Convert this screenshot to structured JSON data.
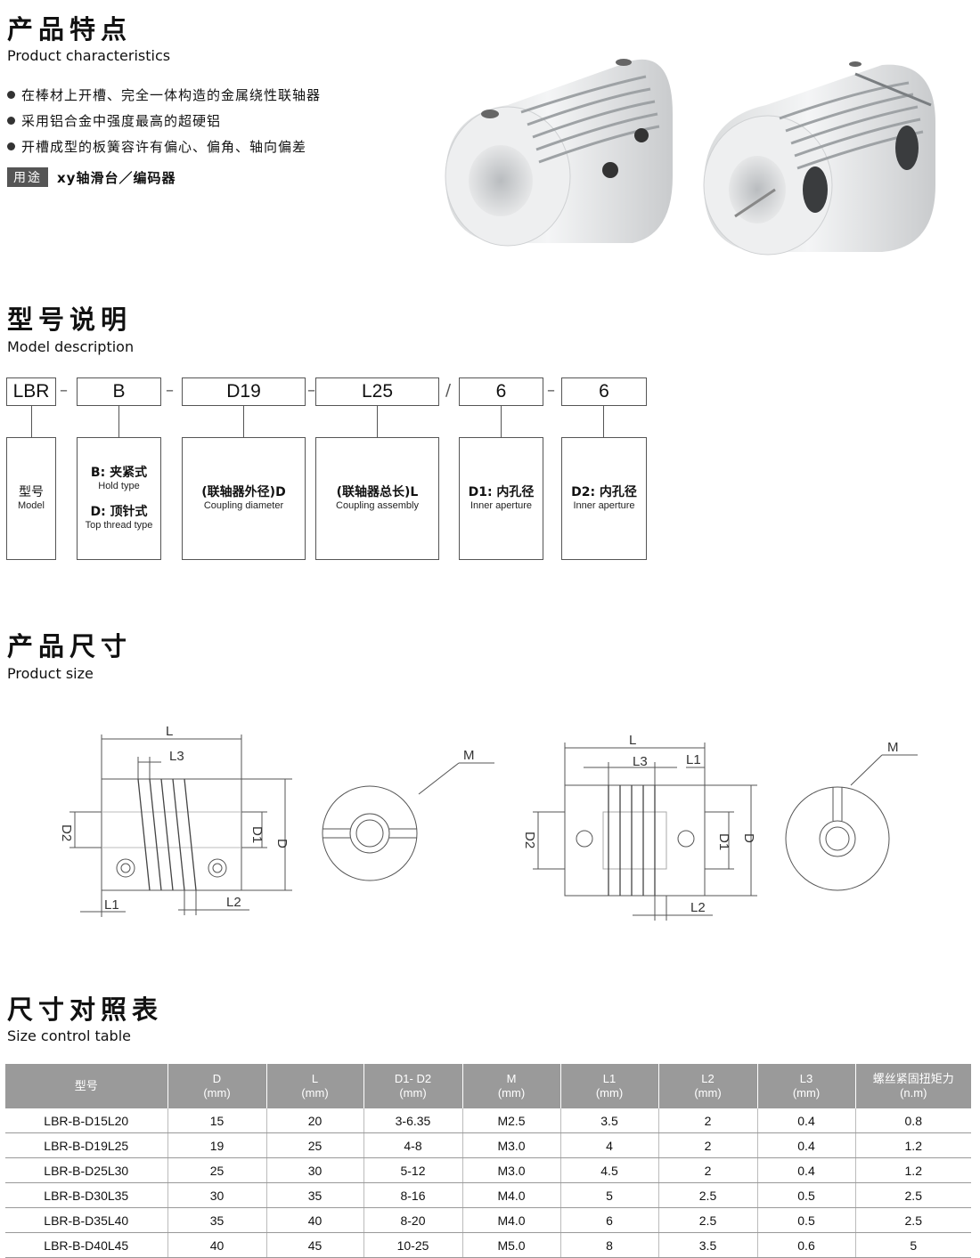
{
  "features": {
    "title_cn": "产品特点",
    "title_en": "Product characteristics",
    "bullets": [
      "在棒材上开槽、完全一体构造的金属绕性联轴器",
      "采用铝合金中强度最高的超硬铝",
      "开槽成型的板簧容许有偏心、偏角、轴向偏差"
    ],
    "usage_tag": "用途",
    "usage_text": "xy轴滑台／编码器"
  },
  "model": {
    "title_cn": "型号说明",
    "title_en": "Model description",
    "codes": [
      "LBR",
      "B",
      "D19",
      "L25",
      "6",
      "6"
    ],
    "separators": [
      "–",
      "–",
      "–",
      "/",
      "–"
    ],
    "desc": {
      "model_cn": "型号",
      "model_en": "Model",
      "b_cn": "B: 夹紧式",
      "b_en": "Hold type",
      "d_cn": "D: 顶针式",
      "d_en": "Top thread type",
      "dia_cn": "(联轴器外径)D",
      "dia_en": "Coupling diameter",
      "len_cn": "(联轴器总长)L",
      "len_en": "Coupling assembly",
      "d1_cn": "D1: 内孔径",
      "d1_en": "Inner aperture",
      "d2_cn": "D2: 内孔径",
      "d2_en": "Inner aperture"
    }
  },
  "size": {
    "title_cn": "产品尺寸",
    "title_en": "Product size",
    "labels": {
      "L": "L",
      "L1": "L1",
      "L2": "L2",
      "L3": "L3",
      "D": "D",
      "D1": "D1",
      "D2": "D2",
      "M": "M"
    }
  },
  "table": {
    "title_cn": "尺寸对照表",
    "title_en": "Size control table",
    "headers": [
      {
        "name": "型号",
        "unit": ""
      },
      {
        "name": "D",
        "unit": "(mm)"
      },
      {
        "name": "L",
        "unit": "(mm)"
      },
      {
        "name": "D1- D2",
        "unit": "(mm)"
      },
      {
        "name": "M",
        "unit": "(mm)"
      },
      {
        "name": "L1",
        "unit": "(mm)"
      },
      {
        "name": "L2",
        "unit": "(mm)"
      },
      {
        "name": "L3",
        "unit": "(mm)"
      },
      {
        "name": "螺丝紧固扭矩力",
        "unit": "(n.m)"
      }
    ],
    "rows": [
      [
        "LBR-B-D15L20",
        "15",
        "20",
        "3-6.35",
        "M2.5",
        "3.5",
        "2",
        "0.4",
        "0.8"
      ],
      [
        "LBR-B-D19L25",
        "19",
        "25",
        "4-8",
        "M3.0",
        "4",
        "2",
        "0.4",
        "1.2"
      ],
      [
        "LBR-B-D25L30",
        "25",
        "30",
        "5-12",
        "M3.0",
        "4.5",
        "2",
        "0.4",
        "1.2"
      ],
      [
        "LBR-B-D30L35",
        "30",
        "35",
        "8-16",
        "M4.0",
        "5",
        "2.5",
        "0.5",
        "2.5"
      ],
      [
        "LBR-B-D35L40",
        "35",
        "40",
        "8-20",
        "M4.0",
        "6",
        "2.5",
        "0.5",
        "2.5"
      ],
      [
        "LBR-B-D40L45",
        "40",
        "45",
        "10-25",
        "M5.0",
        "8",
        "3.5",
        "0.6",
        "5"
      ]
    ]
  }
}
